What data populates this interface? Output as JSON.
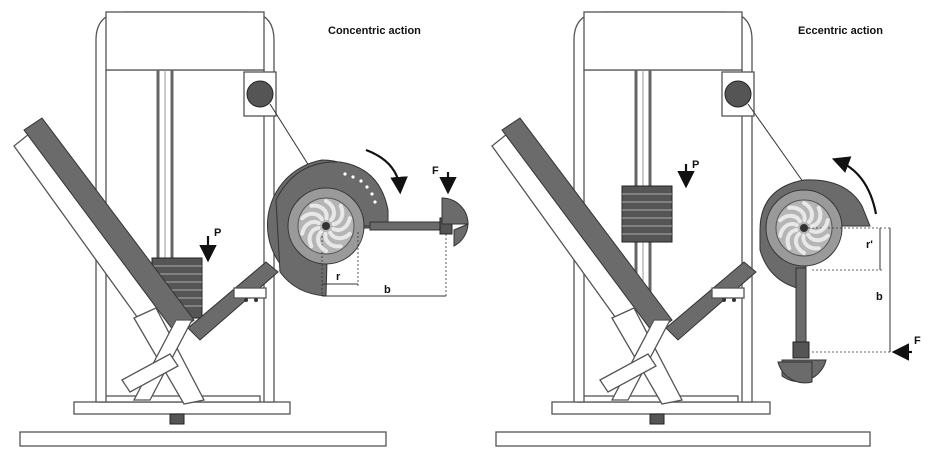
{
  "panels": [
    {
      "title": "Concentric action",
      "labels": {
        "P": "P",
        "F": "F",
        "r": "r",
        "b": "b"
      }
    },
    {
      "title": "Eccentric action",
      "labels": {
        "P": "P",
        "F": "F",
        "r": "r'",
        "b": "b"
      }
    }
  ],
  "colors": {
    "metal_dark": "#6b6b6b",
    "frame_stroke": "#555555",
    "background": "#ffffff"
  }
}
